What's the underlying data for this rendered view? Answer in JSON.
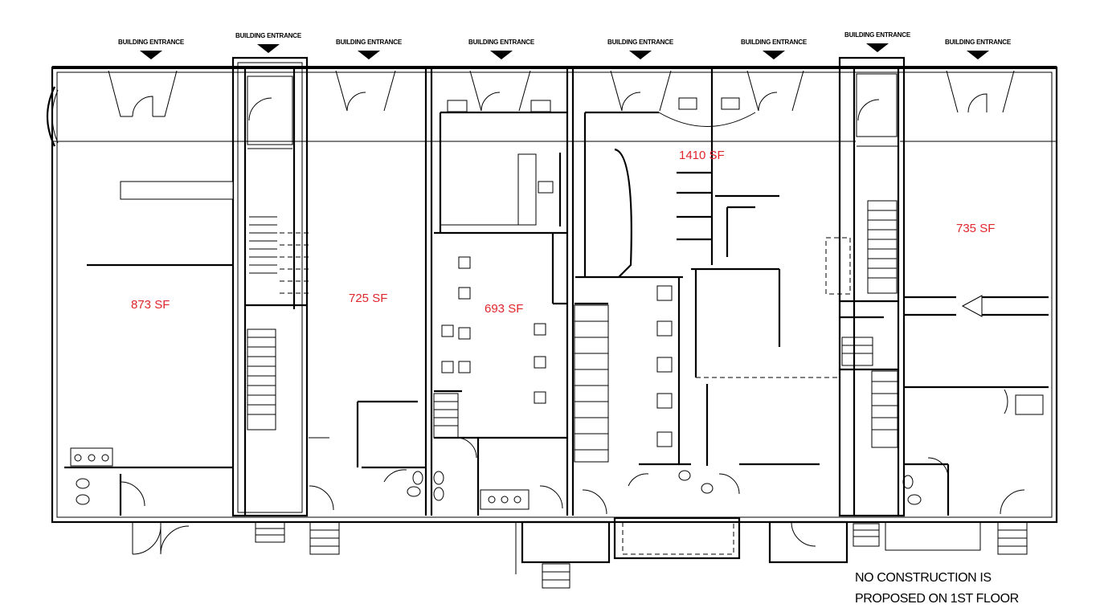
{
  "entrance_label": "BUILDING ENTRANCE",
  "rooms": [
    {
      "id": "unit-a",
      "area": "873 SF"
    },
    {
      "id": "unit-b",
      "area": "725 SF"
    },
    {
      "id": "unit-c",
      "area": "693 SF"
    },
    {
      "id": "unit-d",
      "area": "1410 SF"
    },
    {
      "id": "unit-e",
      "area": "735 SF"
    }
  ],
  "note": {
    "line1": "NO CONSTRUCTION IS",
    "line2": "PROPOSED ON 1ST FLOOR"
  },
  "colors": {
    "area_label": "#e0252b",
    "linework": "#000000"
  }
}
